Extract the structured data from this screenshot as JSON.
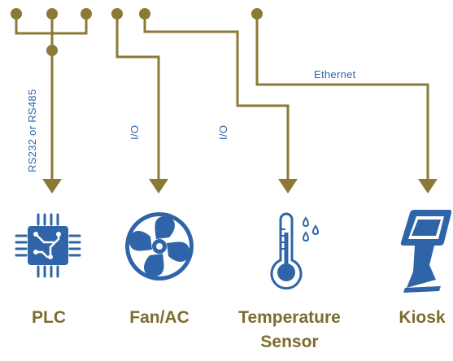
{
  "colors": {
    "wire": "#8b7a35",
    "accent": "#7c6c2e",
    "icon_blue": "#2f64a9",
    "label_blue": "#2f64a9"
  },
  "links": {
    "serial": "RS232 or RS485",
    "io_fan": "I/O",
    "io_temp": "I/O",
    "ethernet": "Ethernet"
  },
  "devices": [
    {
      "name": "PLC",
      "icon": "chip-icon"
    },
    {
      "name": "Fan/AC",
      "icon": "fan-icon"
    },
    {
      "name": "Temperature",
      "name2": "Sensor",
      "icon": "thermometer-icon"
    },
    {
      "name": "Kiosk",
      "icon": "kiosk-icon"
    }
  ]
}
